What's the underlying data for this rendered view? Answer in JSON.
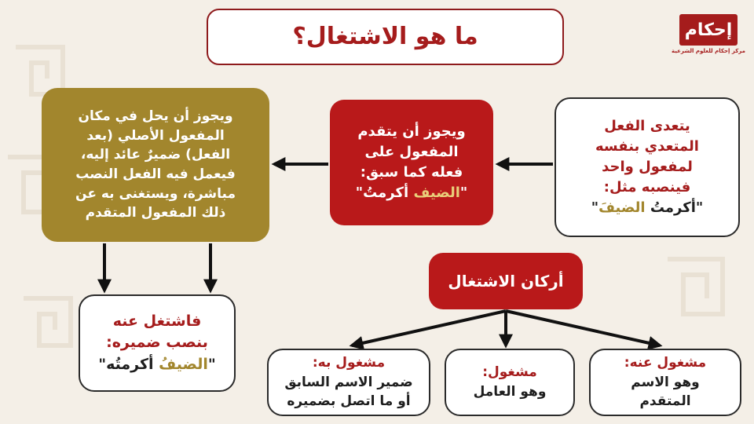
{
  "title": "ما هو الاشتغال؟",
  "logo": {
    "name": "إحكام",
    "subtitle": "مركز إحكام للعلوم الشرعية"
  },
  "boxes": {
    "transitive": {
      "lines": [
        "يتعدى الفعل",
        "المتعدي بنفسه",
        "لمفعول واحد",
        "فينصبه مثل:"
      ],
      "example_open": "\"",
      "example_verb": "أكرمتُ",
      "example_object": "الضيفَ",
      "example_close": "\""
    },
    "precede": {
      "lines": [
        "ويجوز أن يتقدم",
        "المفعول على",
        "فعله كما سبق:"
      ],
      "example_open": "\"",
      "example_object": "الضيف",
      "example_verb": "أكرمتُ",
      "example_close": "\""
    },
    "replace": {
      "lines": [
        "ويجوز أن يحل في مكان",
        "المفعول الأصلي (بعد",
        "الفعل) ضميرٌ عائد إليه،",
        "فيعمل فيه الفعل النصب",
        "مباشرة، ويستغنى به عن",
        "ذلك المفعول المتقدم"
      ]
    },
    "occupied": {
      "lines": [
        "فاشتغل عنه",
        "بنصب ضميره:"
      ],
      "example_open": "\"",
      "example_object": "الضيفُ",
      "example_verb": "أكرمتُه",
      "example_close": "\""
    },
    "pillars": {
      "label": "أركان الاشتغال"
    },
    "occupied_from": {
      "title": "مشغول عنه:",
      "lines": [
        "وهو الاسم",
        "المتقدم"
      ]
    },
    "occupier": {
      "title": "مشغول:",
      "lines": [
        "وهو العامل"
      ]
    },
    "occupied_by": {
      "title": "مشغول به:",
      "lines": [
        "ضمير الاسم السابق",
        "أو ما اتصل بضميره"
      ]
    }
  }
}
